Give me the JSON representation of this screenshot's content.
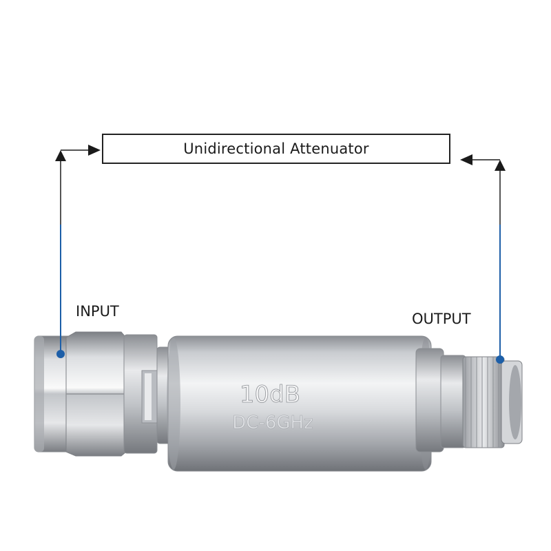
{
  "diagram": {
    "title": "Unidirectional Attenuator",
    "ports": {
      "input": "INPUT",
      "output": "OUTPUT"
    },
    "device": {
      "attenuation_marking": "10dB",
      "frequency_marking": "DC-6GHz"
    },
    "colors": {
      "marker_line": "#1d5fa8",
      "arrow": "#1a1a1a",
      "box_border": "#222222"
    }
  }
}
